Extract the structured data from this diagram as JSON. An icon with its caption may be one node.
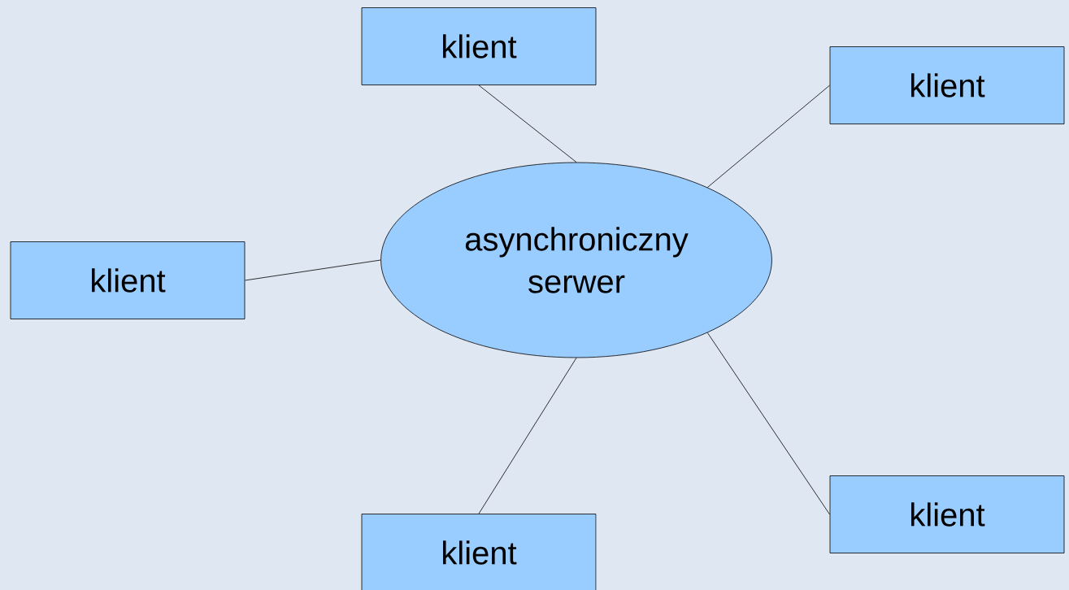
{
  "diagram": {
    "nodes": [
      {
        "text": [
          "klient"
        ]
      },
      {
        "text": [
          "klient"
        ]
      },
      {
        "text": [
          "klient"
        ]
      },
      {
        "text": [
          "asynchroniczny serwer"
        ]
      },
      {
        "text": [
          "klient"
        ]
      },
      {
        "text": [
          "klient"
        ]
      }
    ],
    "edges": [
      {
        "from": 3,
        "to": 0,
        "arrow": "none"
      },
      {
        "from": 3,
        "to": 1,
        "arrow": "none"
      },
      {
        "from": 3,
        "to": 2,
        "arrow": "none"
      },
      {
        "from": 3,
        "to": 4,
        "arrow": "none"
      },
      {
        "from": 3,
        "to": 5,
        "arrow": "none"
      }
    ]
  }
}
